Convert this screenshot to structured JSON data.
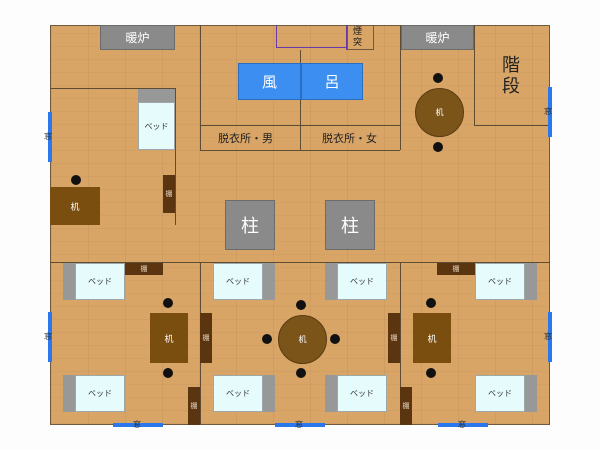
{
  "colors": {
    "floor": "#d9a567",
    "window": "#2b78ee",
    "bath": "#3c8ef0",
    "desk": "#7a4e0f",
    "wall": "#5e4c33"
  },
  "heater_left": "暖炉",
  "heater_right": "暖炉",
  "chimney": "煙突",
  "bath_left": "風",
  "bath_right": "呂",
  "dressing_male": "脱衣所・男",
  "dressing_female": "脱衣所・女",
  "stairs": "階段",
  "pillar_left": "柱",
  "pillar_right": "柱",
  "bed": "ベッド",
  "desk": "机",
  "shelf": "棚",
  "window": "窓"
}
